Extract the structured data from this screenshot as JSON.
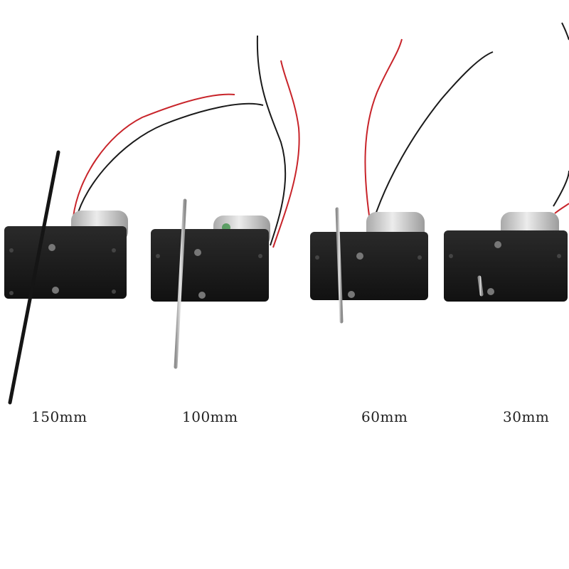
{
  "labels": {
    "m150": "150mm",
    "m100": "100mm",
    "m60": "60mm",
    "m30": "30mm"
  },
  "colors": {
    "background": "#ffffff",
    "gearbox": "#1c1c1c",
    "motor_can": "#cfcfcf",
    "red_wire": "#c8242a",
    "black_wire": "#1a1a1a",
    "steel_shaft": "#b9b9b9",
    "black_shaft": "#151515"
  }
}
